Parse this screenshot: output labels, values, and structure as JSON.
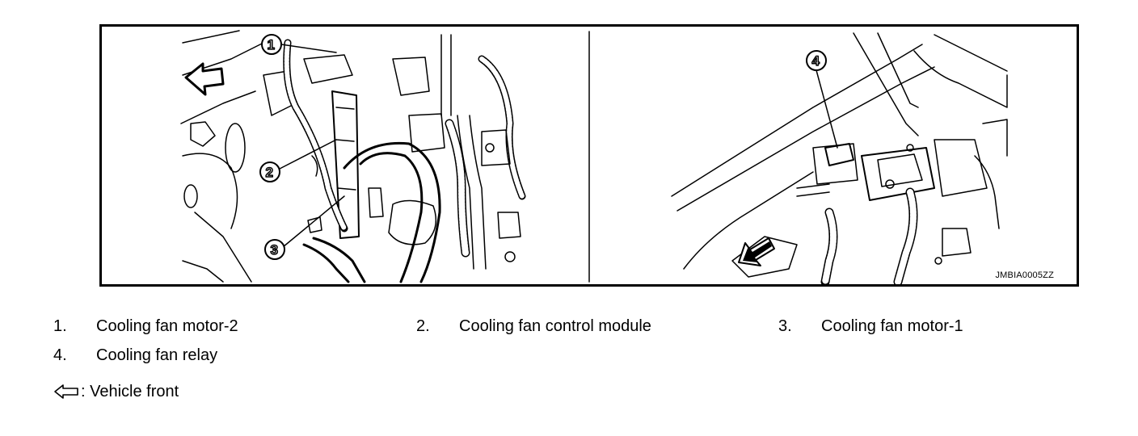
{
  "figure": {
    "reference_code": "JMBIA0005ZZ",
    "callouts": [
      "1",
      "2",
      "3",
      "4"
    ]
  },
  "legend": [
    {
      "num": "1.",
      "label": "Cooling fan motor-2"
    },
    {
      "num": "2.",
      "label": "Cooling fan control module"
    },
    {
      "num": "3.",
      "label": "Cooling fan motor-1"
    },
    {
      "num": "4.",
      "label": "Cooling fan relay"
    }
  ],
  "front_note": {
    "icon": "hollow-arrow-left-icon",
    "text": ": Vehicle front"
  }
}
